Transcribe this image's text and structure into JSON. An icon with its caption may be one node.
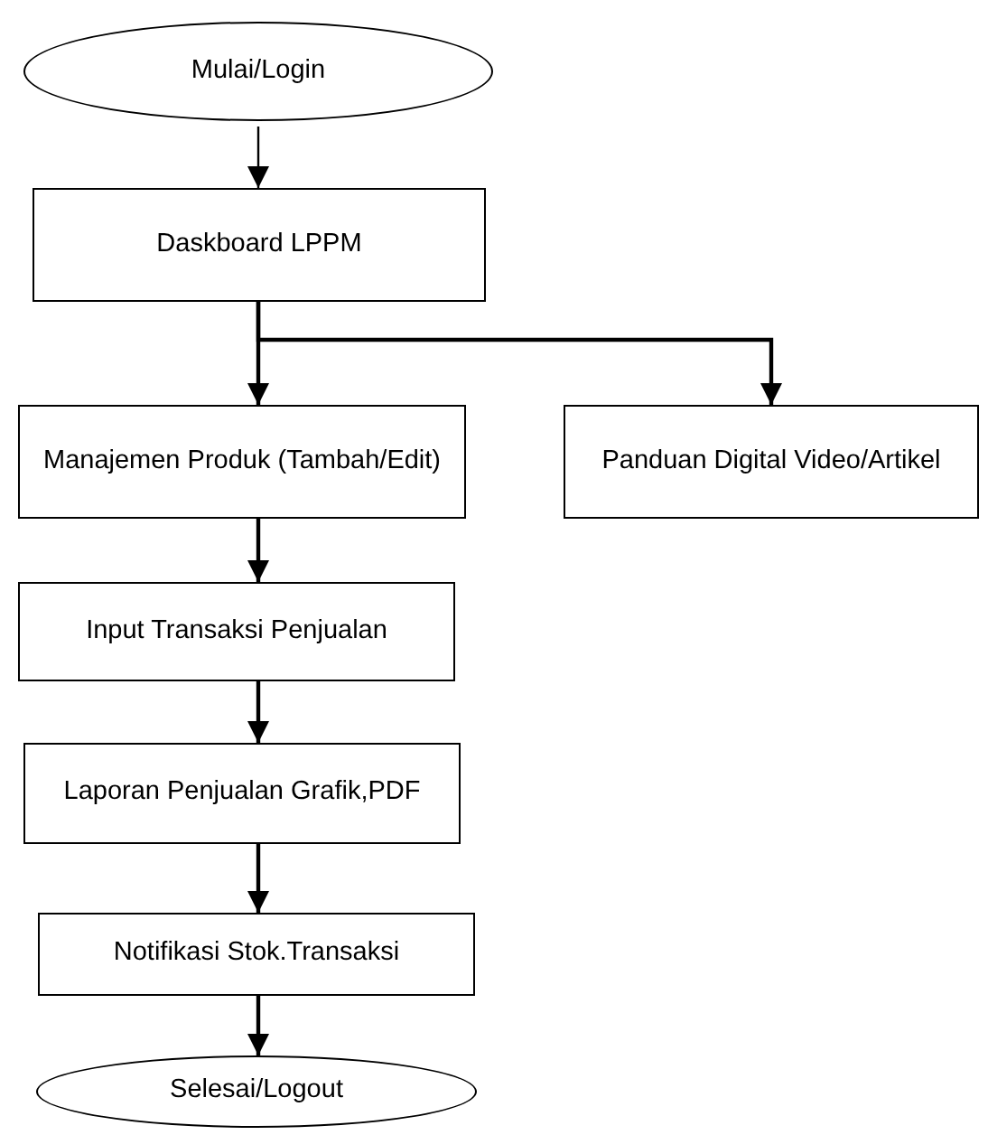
{
  "diagram": {
    "nodes": [
      {
        "text": [
          "Mulai/Login"
        ]
      },
      {
        "text": [
          "Daskboard LPPM"
        ]
      },
      {
        "text": [
          "Manajemen Produk (Tambah/Edit)"
        ]
      },
      {
        "text": [
          "Panduan Digital Video/Artikel"
        ]
      },
      {
        "text": [
          "Input Transaksi Penjualan"
        ]
      },
      {
        "text": [
          "Laporan Penjualan Grafik,PDF"
        ]
      },
      {
        "text": [
          "Notifikasi Stok.Transaksi"
        ]
      },
      {
        "text": [
          "Selesai/Logout"
        ]
      }
    ],
    "edges": [
      {
        "from": 0,
        "to": 1,
        "arrow": "to"
      },
      {
        "from": 1,
        "to": 2,
        "arrow": "to"
      },
      {
        "from": 1,
        "to": 3,
        "arrow": "to"
      },
      {
        "from": 2,
        "to": 4,
        "arrow": "to"
      },
      {
        "from": 4,
        "to": 5,
        "arrow": "to"
      },
      {
        "from": 5,
        "to": 6,
        "arrow": "to"
      },
      {
        "from": 6,
        "to": 7,
        "arrow": "to"
      }
    ]
  }
}
